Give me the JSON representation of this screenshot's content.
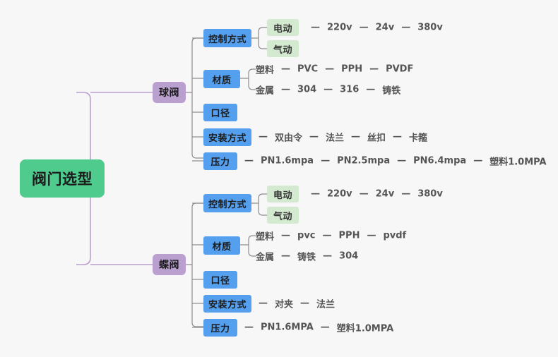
{
  "diagram": {
    "type": "mind-map",
    "background_color": "#f7f7f7",
    "colors": {
      "root": "#4ecb8d",
      "branch": "#b9a0cf",
      "category": "#54a0ef",
      "subnode": "#d4ead0",
      "root_link": "#b9a0cf",
      "link": "#8c8c8c",
      "leaf_text": "#555555"
    },
    "root": {
      "label": "阀门选型"
    },
    "branches": [
      {
        "label": "球阀",
        "categories": [
          {
            "label": "控制方式",
            "subnodes": [
              {
                "label": "电动",
                "leaves": [
                  "220v",
                  "24v",
                  "380v"
                ]
              },
              {
                "label": "气动",
                "leaves": []
              }
            ],
            "leaves": []
          },
          {
            "label": "材质",
            "subnodes": [],
            "rows": [
              {
                "label": "塑料",
                "leaves": [
                  "PVC",
                  "PPH",
                  "PVDF"
                ]
              },
              {
                "label": "金属",
                "leaves": [
                  "304",
                  "316",
                  "铸铁"
                ]
              }
            ]
          },
          {
            "label": "口径",
            "leaves": []
          },
          {
            "label": "安装方式",
            "leaves": [
              "双由令",
              "法兰",
              "丝扣",
              "卡箍"
            ]
          },
          {
            "label": "压力",
            "leaves": [
              "PN1.6mpa",
              "PN2.5mpa",
              "PN6.4mpa",
              "塑料1.0MPA"
            ]
          }
        ]
      },
      {
        "label": "蝶阀",
        "categories": [
          {
            "label": "控制方式",
            "subnodes": [
              {
                "label": "电动",
                "leaves": [
                  "220v",
                  "24v",
                  "380v"
                ]
              },
              {
                "label": "气动",
                "leaves": []
              }
            ],
            "leaves": []
          },
          {
            "label": "材质",
            "subnodes": [],
            "rows": [
              {
                "label": "塑料",
                "leaves": [
                  "pvc",
                  "PPH",
                  "pvdf"
                ]
              },
              {
                "label": "金属",
                "leaves": [
                  "铸铁",
                  "304"
                ]
              }
            ]
          },
          {
            "label": "口径",
            "leaves": []
          },
          {
            "label": "安装方式",
            "leaves": [
              "对夹",
              "法兰"
            ]
          },
          {
            "label": "压力",
            "leaves": [
              "PN1.6MPA",
              "塑料1.0MPA"
            ]
          }
        ]
      }
    ]
  }
}
